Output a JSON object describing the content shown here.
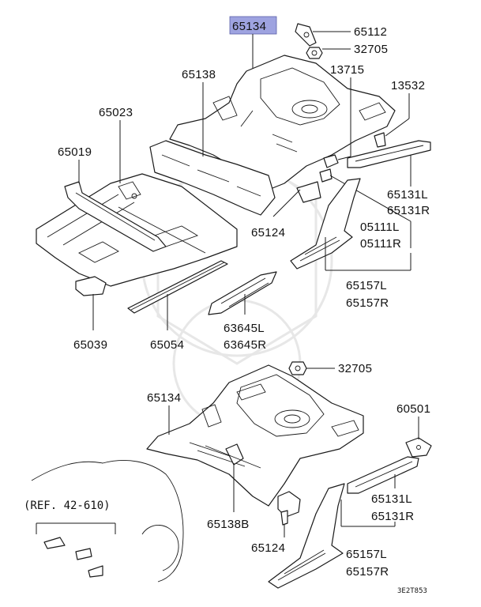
{
  "diagram": {
    "highlight_color": "#9ea3e0",
    "highlighted_part": "65134",
    "upper_assembly": {
      "labels": {
        "p65134": "65134",
        "p65112": "65112",
        "p32705": "32705",
        "p65138": "65138",
        "p13715": "13715",
        "p13532": "13532",
        "p65023": "65023",
        "p65019": "65019",
        "p65131L": "65131L",
        "p65131R": "65131R",
        "p65124": "65124",
        "p05111L": "05111L",
        "p05111R": "05111R",
        "p65157L": "65157L",
        "p65157R": "65157R",
        "p63645L": "63645L",
        "p63645R": "63645R",
        "p65039": "65039",
        "p65054": "65054"
      }
    },
    "lower_assembly": {
      "labels": {
        "p32705": "32705",
        "p65134": "65134",
        "p60501": "60501",
        "p65131L": "65131L",
        "p65131R": "65131R",
        "p65138B": "65138B",
        "p65124": "65124",
        "p65157L": "65157L",
        "p65157R": "65157R"
      }
    },
    "reference": "(REF. 42-610)",
    "diagram_code": "3E2T853"
  }
}
